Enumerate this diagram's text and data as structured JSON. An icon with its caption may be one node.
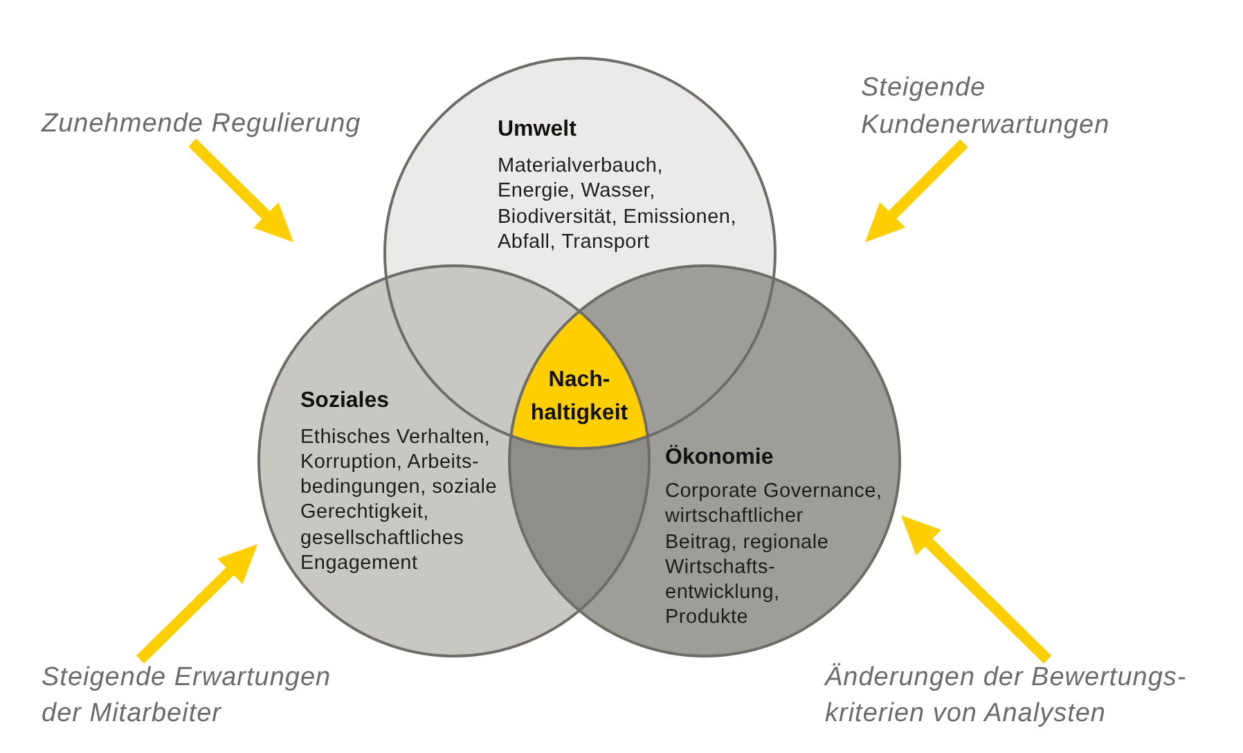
{
  "diagram": {
    "nodes": [
      {
        "text": [
          "Zunehmende Regulierung"
        ]
      },
      {
        "text": [
          "Umwelt",
          "Materialverbauch, Energie, Wasser, Biodiversität, Emissionen, Abfall, Transport"
        ]
      },
      {
        "text": [
          "Steigende Kundenerwartungen"
        ]
      },
      {
        "text": [
          "Soziales",
          "Ethisches Verhalten, Korruption, Arbeits- bedingungen, soziale Gerechtigkeit, gesellschaftliches Engagement"
        ]
      },
      {
        "text": [
          "Nach- haltigkeit"
        ]
      },
      {
        "text": [
          "Ökonomie",
          "Corporate Governance, wirtschaftlicher Beitrag, regionale Wirtschafts- entwicklung, Produkte"
        ]
      },
      {
        "text": [
          "Steigende Erwartungen der Mitarbeiter"
        ]
      },
      {
        "text": [
          "Änderungen der Bewertungs- kriterien von Analysten"
        ]
      }
    ],
    "edges": [
      {
        "from": 0,
        "to": null,
        "arrow": "to"
      },
      {
        "from": 2,
        "to": null,
        "arrow": "to"
      },
      {
        "from": 6,
        "to": 3,
        "arrow": "to"
      },
      {
        "from": 7,
        "to": 5,
        "arrow": "to"
      }
    ]
  }
}
